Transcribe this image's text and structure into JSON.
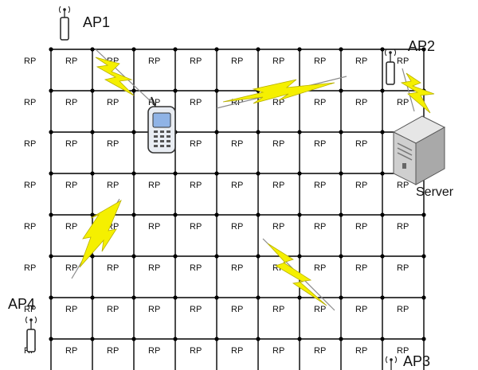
{
  "rp_label": "RP",
  "grid": {
    "rows": 8,
    "cols": 9
  },
  "access_points": [
    {
      "id": "ap1",
      "label": "AP1"
    },
    {
      "id": "ap2",
      "label": "AP2"
    },
    {
      "id": "ap3",
      "label": "AP3"
    },
    {
      "id": "ap4",
      "label": "AP4"
    }
  ],
  "server": {
    "label": "Server"
  },
  "colors": {
    "lightning_fill": "#f5f000",
    "lightning_stroke": "#b8b000",
    "signal_line": "#8a8a8a",
    "grid_line": "#000000",
    "phone_screen": "#8fb3e6",
    "server_body": "#cfcfcf"
  },
  "icons": [
    "antenna-icon",
    "lightning-icon",
    "mobile-phone-icon",
    "server-icon"
  ]
}
